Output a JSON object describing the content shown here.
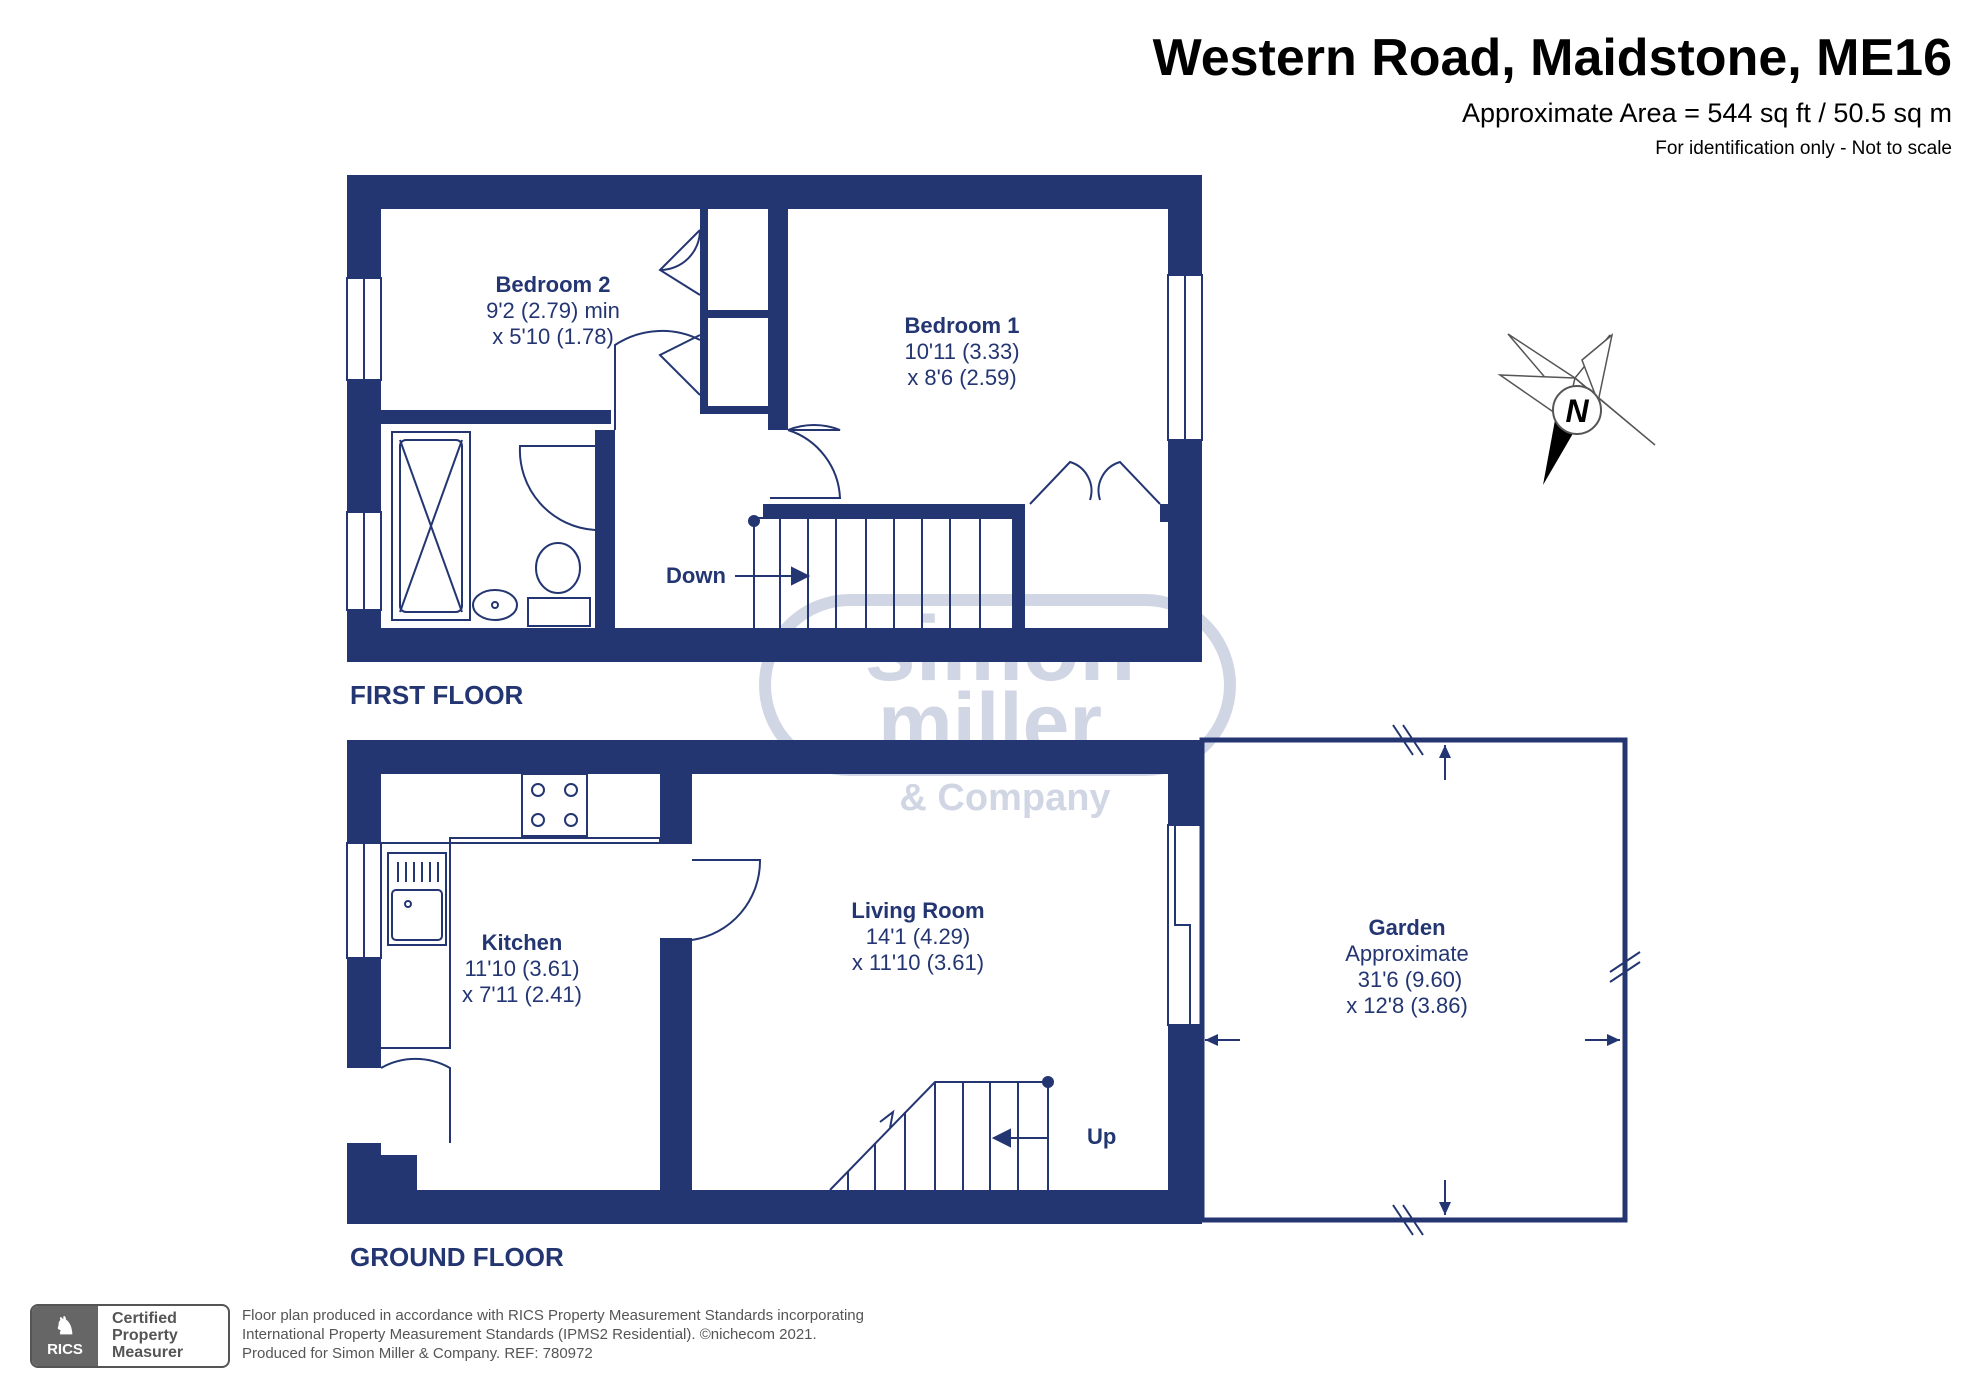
{
  "header": {
    "title": "Western Road, Maidstone, ME16",
    "area": "Approximate Area = 544 sq ft / 50.5 sq m",
    "note": "For identification only - Not to scale"
  },
  "compass": {
    "label": "N"
  },
  "watermark": {
    "line1": "simon",
    "line2": "miller",
    "line3": "& Company"
  },
  "first_floor": {
    "label": "FIRST FLOOR",
    "bedroom2": {
      "name": "Bedroom 2",
      "dim1": "9'2 (2.79) min",
      "dim2": "x 5'10 (1.78)"
    },
    "bedroom1": {
      "name": "Bedroom 1",
      "dim1": "10'11 (3.33)",
      "dim2": "x 8'6 (2.59)"
    },
    "stairs_label": "Down"
  },
  "ground_floor": {
    "label": "GROUND FLOOR",
    "kitchen": {
      "name": "Kitchen",
      "dim1": "11'10 (3.61)",
      "dim2": "x 7'11 (2.41)"
    },
    "living": {
      "name": "Living Room",
      "dim1": "14'1 (4.29)",
      "dim2": "x 11'10 (3.61)"
    },
    "garden": {
      "name": "Garden",
      "dim0": "Approximate",
      "dim1": "31'6 (9.60)",
      "dim2": "x 12'8 (3.86)"
    },
    "stairs_label": "Up"
  },
  "footer": {
    "badge_mark": "RICS",
    "badge_text": [
      "Certified",
      "Property",
      "Measurer"
    ],
    "lines": [
      "Floor plan produced in accordance with RICS Property Measurement Standards incorporating",
      "International Property Measurement Standards (IPMS2 Residential).   ©nichecom 2021.",
      "Produced for Simon Miller & Company.    REF:  780972"
    ]
  },
  "colors": {
    "wall": "#243672",
    "watermark": "#c9cfe0",
    "text": "#243672"
  }
}
